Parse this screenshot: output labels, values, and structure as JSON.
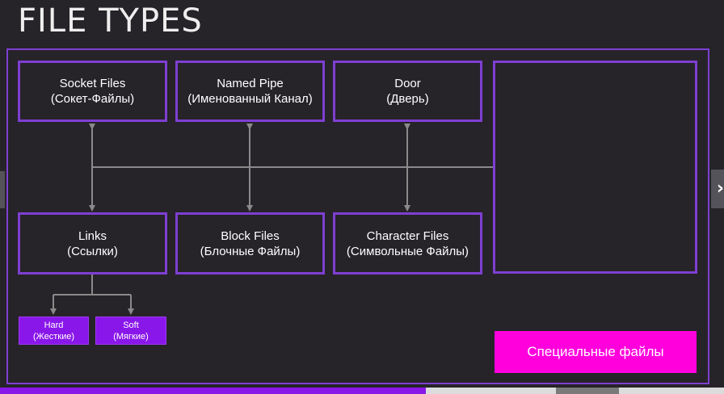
{
  "page": {
    "title": "FILE TYPES"
  },
  "boxes": {
    "socket": {
      "line1": "Socket Files",
      "line2": "(Сокет-Файлы)"
    },
    "pipe": {
      "line1": "Named Pipe",
      "line2": "(Именованный Канал)"
    },
    "door": {
      "line1": "Door",
      "line2": "(Дверь)"
    },
    "links": {
      "line1": "Links",
      "line2": "(Ссылки)"
    },
    "block": {
      "line1": "Block Files",
      "line2": "(Блочные Файлы)"
    },
    "character": {
      "line1": "Character Files",
      "line2": "(Символьные Файлы)"
    }
  },
  "links_children": {
    "hard": {
      "line1": "Hard",
      "line2": "(Жесткие)"
    },
    "soft": {
      "line1": "Soft",
      "line2": "(Мягкие)"
    }
  },
  "legend": {
    "label": "Специальные файлы"
  },
  "progress": {
    "fraction": 0.766
  },
  "colors": {
    "background": "#262329",
    "accent_purple": "#7e3fd2",
    "child_purple": "#8a17ea",
    "legend_magenta": "#ff00dd"
  },
  "icons": {
    "next": "chevron-right-icon"
  }
}
